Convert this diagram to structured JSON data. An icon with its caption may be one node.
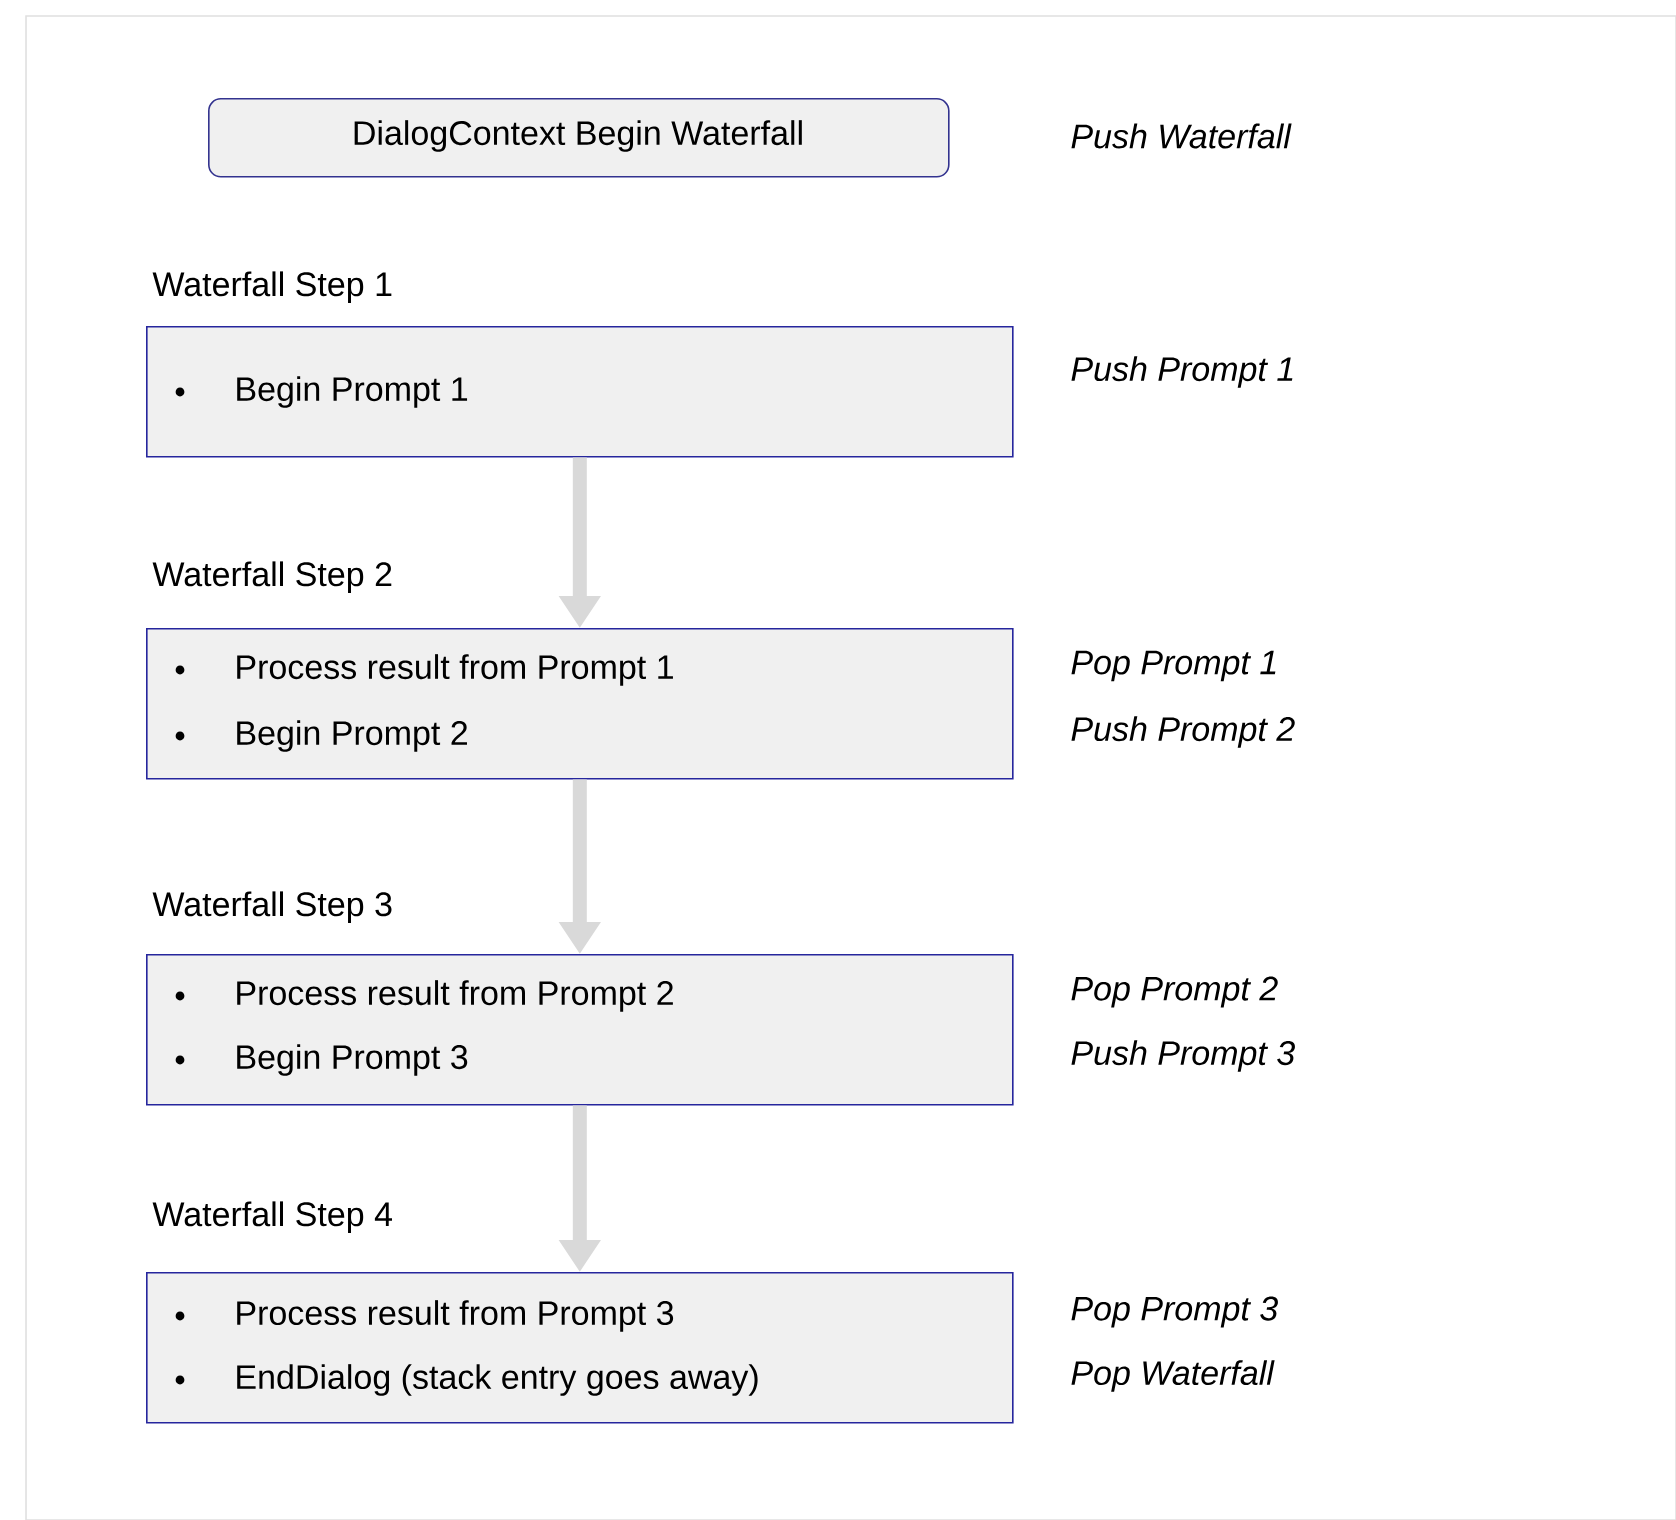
{
  "diagram": {
    "nodes": [
      {
        "text": [
          "DialogContext Begin Waterfall"
        ],
        "beside": [
          "Push Waterfall"
        ]
      },
      {
        "text": [
          "Waterfall Step 1",
          "Begin Prompt 1"
        ],
        "beside": [
          "Push Prompt 1"
        ]
      },
      {
        "text": [
          "Waterfall Step 2",
          "Process result from Prompt 1",
          "Begin Prompt 2"
        ],
        "beside": [
          "Pop Prompt 1",
          "Push Prompt 2"
        ]
      },
      {
        "text": [
          "Waterfall Step 3",
          "Process result from Prompt 2",
          "Begin Prompt 3"
        ],
        "beside": [
          "Pop Prompt 2",
          "Push Prompt 3"
        ]
      },
      {
        "text": [
          "Waterfall Step 4",
          "Process result from Prompt 3",
          "EndDialog (stack entry goes away)"
        ],
        "beside": [
          "Pop Prompt 3",
          "Pop Waterfall"
        ]
      }
    ],
    "edges": [
      {
        "from": 1,
        "to": 2,
        "arrow": "to"
      },
      {
        "from": 2,
        "to": 3,
        "arrow": "to"
      },
      {
        "from": 3,
        "to": 4,
        "arrow": "to"
      }
    ]
  }
}
